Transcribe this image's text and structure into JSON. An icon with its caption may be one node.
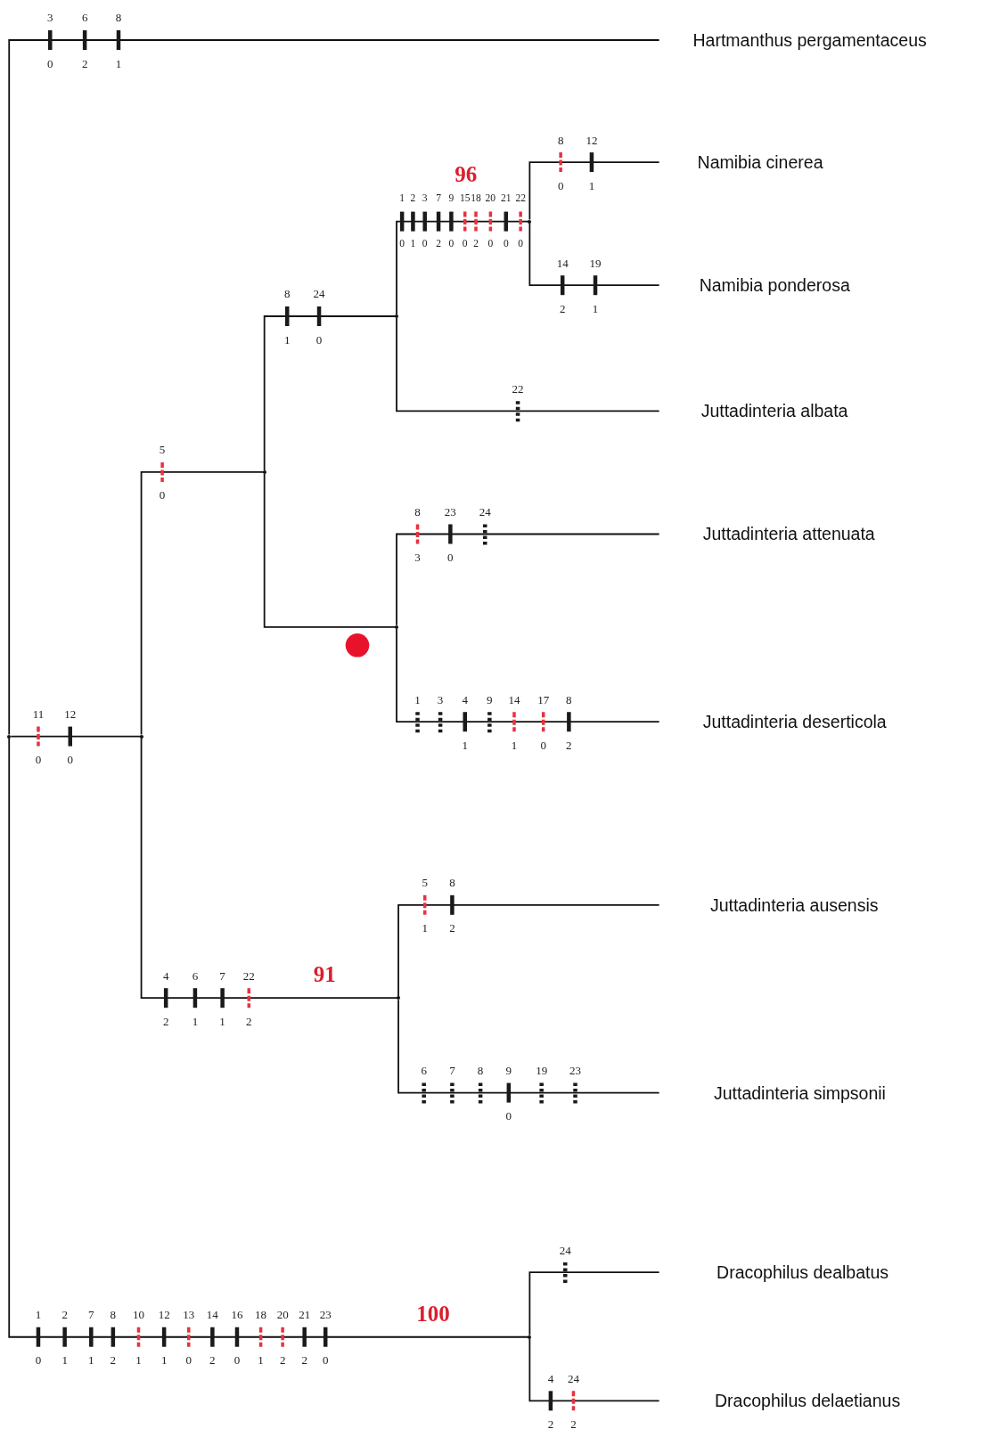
{
  "diagram": {
    "nodes": [
      {
        "text": [],
        "shape": "point"
      },
      {
        "text": [
          "Hartmanthus pergamentaceus"
        ]
      },
      {
        "text": [],
        "shape": "point"
      },
      {
        "text": [],
        "shape": "point"
      },
      {
        "text": [],
        "shape": "point"
      },
      {
        "text": [],
        "shape": "point"
      },
      {
        "text": [
          "Namibia cinerea"
        ]
      },
      {
        "text": [
          "Namibia ponderosa"
        ]
      },
      {
        "text": [
          "Juttadinteria albata"
        ]
      },
      {
        "text": [],
        "shape": "point"
      },
      {
        "text": [
          "Juttadinteria attenuata"
        ]
      },
      {
        "text": [
          "Juttadinteria deserticola"
        ]
      },
      {
        "text": [],
        "shape": "point"
      },
      {
        "text": [
          "Juttadinteria ausensis"
        ]
      },
      {
        "text": [
          "Juttadinteria simpsonii"
        ]
      },
      {
        "text": [],
        "shape": "point"
      },
      {
        "text": [
          "Dracophilus dealbatus"
        ]
      },
      {
        "text": [
          "Dracophilus delaetianus"
        ]
      }
    ],
    "edges": [
      {
        "from": 0,
        "to": 1,
        "arrow": "none"
      },
      {
        "from": 0,
        "to": 2,
        "arrow": "none"
      },
      {
        "from": 2,
        "to": 3,
        "arrow": "none"
      },
      {
        "from": 3,
        "to": 4,
        "arrow": "none"
      },
      {
        "from": 4,
        "to": 5,
        "arrow": "none"
      },
      {
        "from": 5,
        "to": 6,
        "arrow": "none"
      },
      {
        "from": 5,
        "to": 7,
        "arrow": "none"
      },
      {
        "from": 4,
        "to": 8,
        "arrow": "none"
      },
      {
        "from": 3,
        "to": 9,
        "arrow": "none"
      },
      {
        "from": 9,
        "to": 10,
        "arrow": "none"
      },
      {
        "from": 9,
        "to": 11,
        "arrow": "none"
      },
      {
        "from": 2,
        "to": 12,
        "arrow": "none"
      },
      {
        "from": 12,
        "to": 13,
        "arrow": "none"
      },
      {
        "from": 12,
        "to": 14,
        "arrow": "none"
      },
      {
        "from": 0,
        "to": 15,
        "arrow": "none"
      },
      {
        "from": 15,
        "to": 16,
        "arrow": "none"
      },
      {
        "from": 15,
        "to": 17,
        "arrow": "none"
      }
    ],
    "labels": [
      "3",
      "0",
      "6",
      "2",
      "8",
      "1",
      "8",
      "0",
      "12",
      "1",
      "96",
      "1",
      "0",
      "2",
      "1",
      "3",
      "0",
      "7",
      "2",
      "9",
      "0",
      "15",
      "0",
      "18",
      "2",
      "20",
      "0",
      "21",
      "0",
      "22",
      "0",
      "14",
      "2",
      "19",
      "1",
      "8",
      "1",
      "24",
      "0",
      "22",
      "5",
      "0",
      "8",
      "3",
      "23",
      "0",
      "24",
      "1",
      "3",
      "4",
      "1",
      "9",
      "14",
      "1",
      "17",
      "0",
      "8",
      "2",
      "11",
      "0",
      "12",
      "0",
      "5",
      "1",
      "8",
      "2",
      "91",
      "4",
      "2",
      "6",
      "1",
      "7",
      "1",
      "22",
      "2",
      "6",
      "7",
      "8",
      "9",
      "0",
      "19",
      "23",
      "24",
      "100",
      "1",
      "0",
      "2",
      "1",
      "7",
      "1",
      "8",
      "2",
      "10",
      "1",
      "12",
      "1",
      "13",
      "0",
      "14",
      "2",
      "16",
      "0",
      "18",
      "1",
      "20",
      "2",
      "21",
      "2",
      "23",
      "0",
      "4",
      "2",
      "24",
      "2"
    ]
  }
}
